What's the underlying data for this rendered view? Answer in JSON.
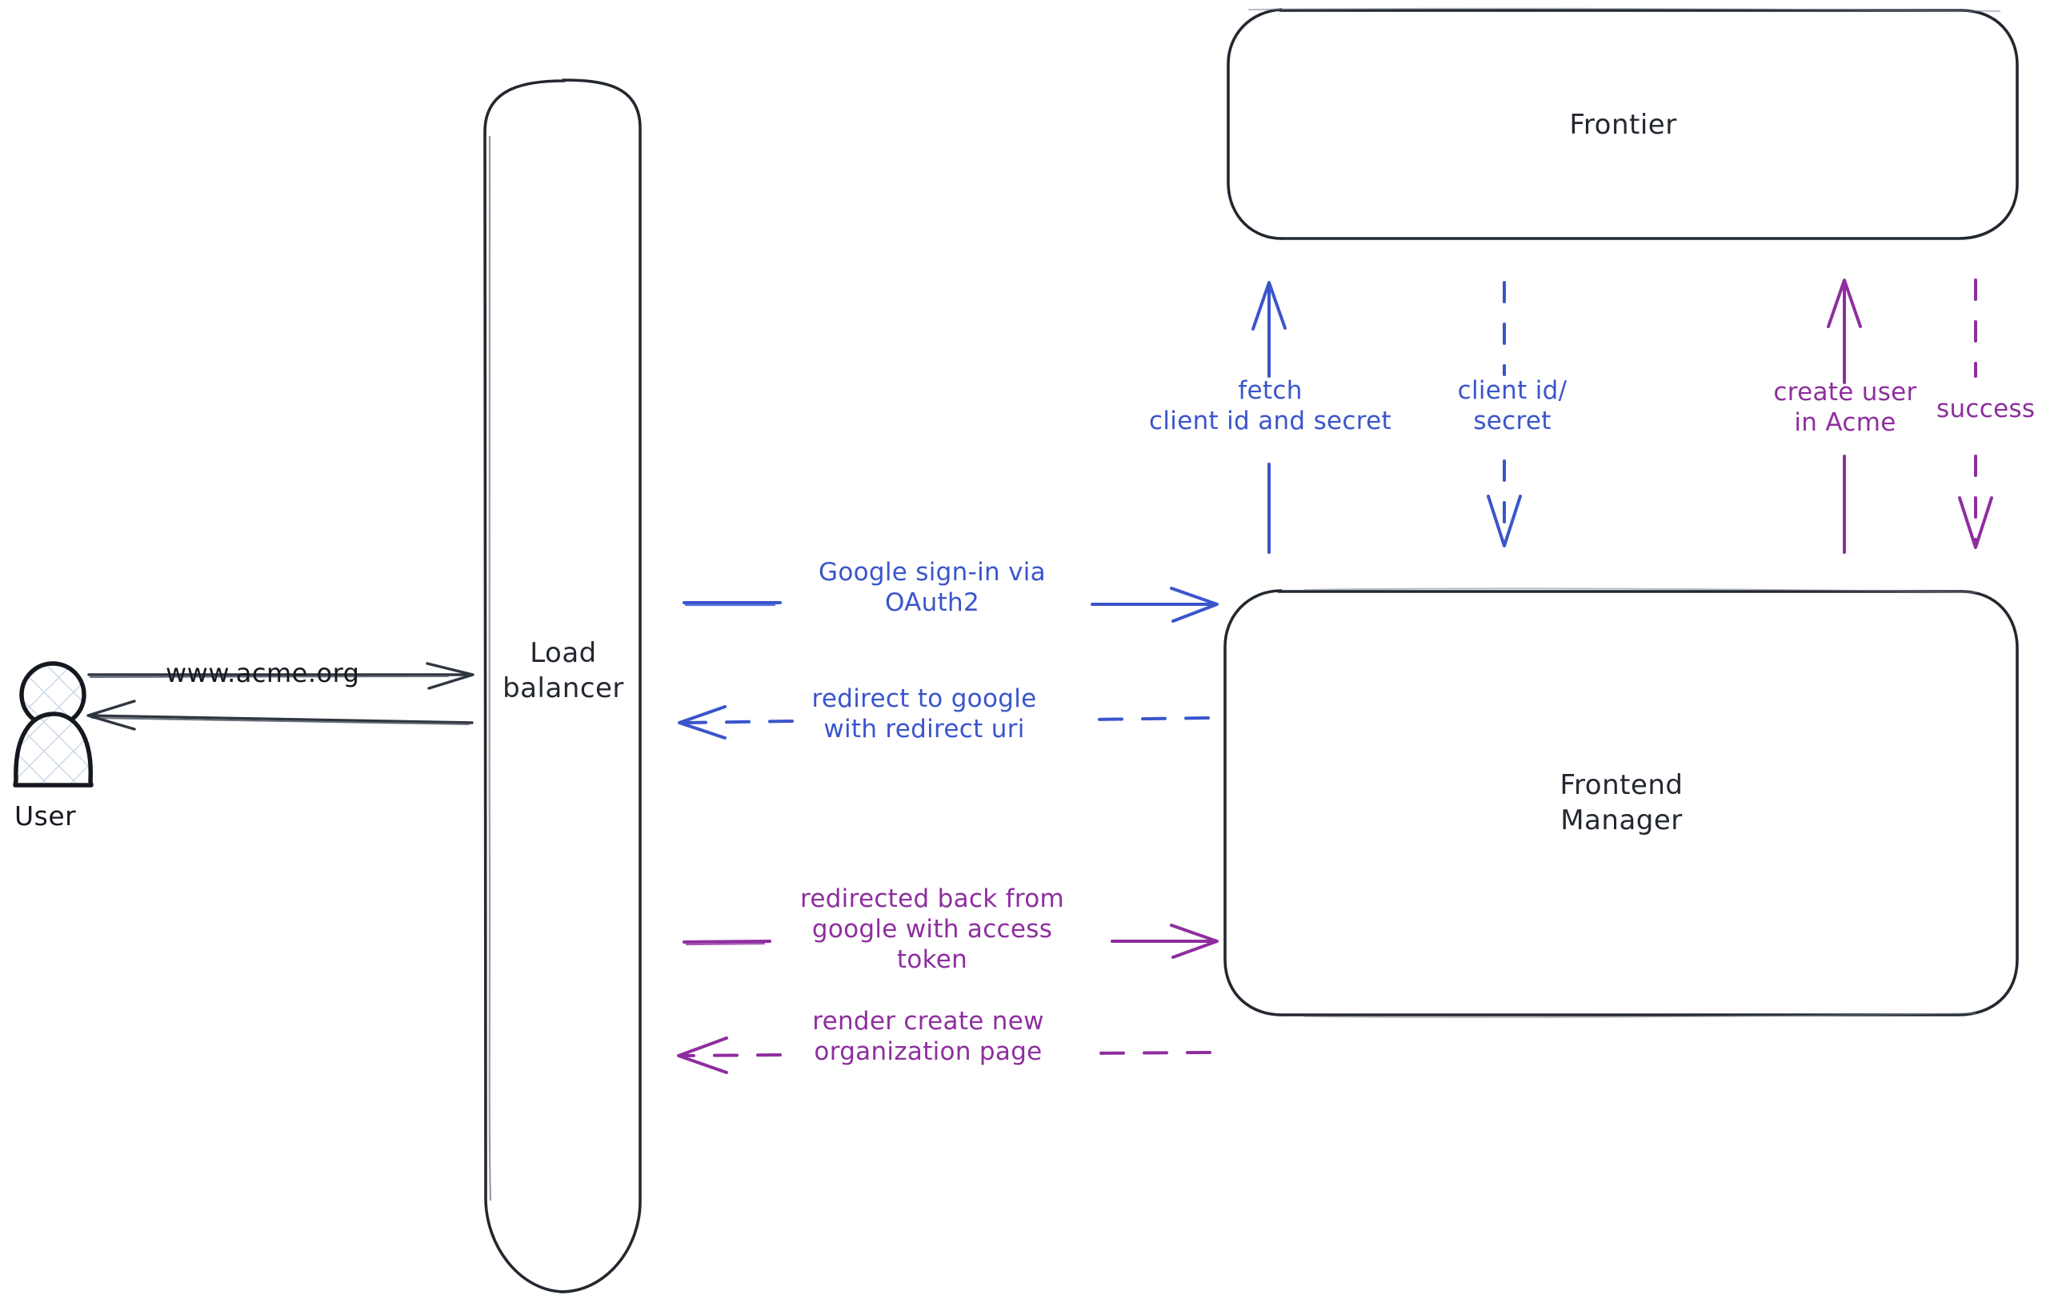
{
  "diagram": {
    "title": "Google OAuth2 sign-in sequence for Acme",
    "background_color": "#ffffff",
    "colors": {
      "stroke_dark": "#232830",
      "blue": "#3a55cc",
      "purple": "#8e2e9e",
      "actor_fill_hatch": "#c7d4e4"
    }
  },
  "actor": {
    "name": "user-actor",
    "label": "User"
  },
  "nodes": {
    "load_balancer": {
      "label": "Load\nbalancer"
    },
    "frontier": {
      "label": "Frontier"
    },
    "frontend_manager": {
      "label": "Frontend\nManager"
    }
  },
  "edges": {
    "user_to_lb": {
      "label": "www.acme.org",
      "color": "#2f3640",
      "style": "solid",
      "direction": "right"
    },
    "lb_to_user": {
      "label": "",
      "color": "#2f3640",
      "style": "solid",
      "direction": "left"
    },
    "lb_to_fm_signin": {
      "label": "Google sign-in via\nOAuth2",
      "color": "#3a55cc",
      "style": "solid",
      "direction": "right"
    },
    "fm_to_lb_redirect": {
      "label": "redirect to google\nwith redirect uri",
      "color": "#3a55cc",
      "style": "dashed",
      "direction": "left"
    },
    "lb_to_fm_token": {
      "label": "redirected back from\ngoogle with access\ntoken",
      "color": "#8e2e9e",
      "style": "solid",
      "direction": "right"
    },
    "fm_to_lb_render": {
      "label": "render create new\norganization page",
      "color": "#8e2e9e",
      "style": "dashed",
      "direction": "left"
    },
    "fm_to_frontier_fetch": {
      "label": "fetch\nclient id and secret",
      "color": "#3a55cc",
      "style": "solid",
      "direction": "up"
    },
    "frontier_to_fm_creds": {
      "label": "client id/\nsecret",
      "color": "#3a55cc",
      "style": "dashed",
      "direction": "down"
    },
    "fm_to_frontier_create_user": {
      "label": "create user\nin Acme",
      "color": "#8e2e9e",
      "style": "solid",
      "direction": "up"
    },
    "frontier_to_fm_success": {
      "label": "success",
      "color": "#8e2e9e",
      "style": "dashed",
      "direction": "down"
    }
  }
}
